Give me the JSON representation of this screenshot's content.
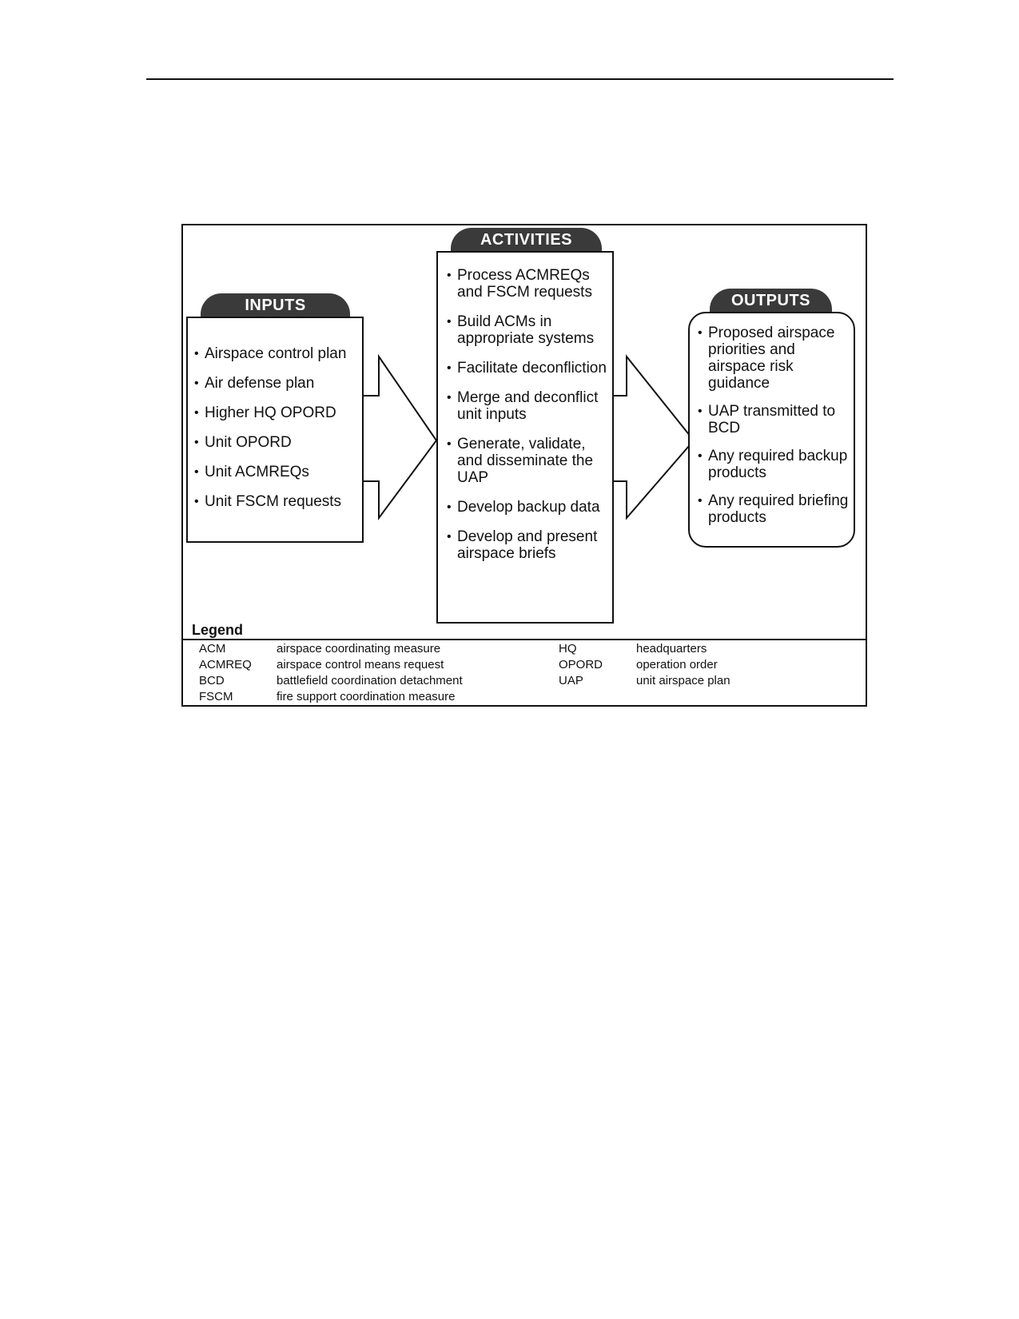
{
  "diagram": {
    "inputs": {
      "title": "INPUTS",
      "items": [
        "Airspace control plan",
        "Air defense plan",
        "Higher HQ OPORD",
        "Unit OPORD",
        "Unit ACMREQs",
        "Unit FSCM requests"
      ]
    },
    "activities": {
      "title": "ACTIVITIES",
      "items": [
        "Process ACMREQs and FSCM requests",
        "Build ACMs in appropriate systems",
        "Facilitate deconfliction",
        "Merge and deconflict unit inputs",
        "Generate, validate, and disseminate the UAP",
        "Develop backup data",
        "Develop and present airspace briefs"
      ]
    },
    "outputs": {
      "title": "OUTPUTS",
      "items": [
        "Proposed airspace priorities and airspace risk guidance",
        "UAP transmitted to BCD",
        "Any required backup products",
        "Any required briefing products"
      ]
    }
  },
  "legend": {
    "title": "Legend",
    "left": [
      {
        "abbr": "ACM",
        "def": "airspace coordinating measure"
      },
      {
        "abbr": "ACMREQ",
        "def": "airspace control means request"
      },
      {
        "abbr": "BCD",
        "def": "battlefield coordination detachment"
      },
      {
        "abbr": "FSCM",
        "def": "fire support coordination measure"
      }
    ],
    "right": [
      {
        "abbr": "HQ",
        "def": "headquarters"
      },
      {
        "abbr": "OPORD",
        "def": "operation order"
      },
      {
        "abbr": "UAP",
        "def": "unit airspace plan"
      }
    ]
  }
}
